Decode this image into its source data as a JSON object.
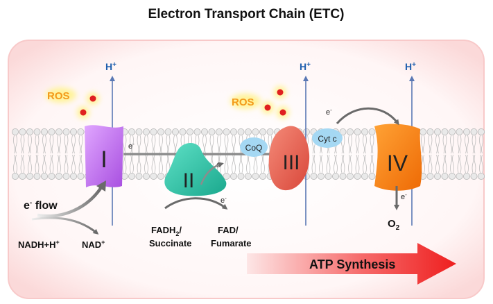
{
  "title": "Electron Transport Chain (ETC)",
  "proton_label": "H",
  "proton_charge": "+",
  "ros_label": "ROS",
  "electron_label": "e",
  "electron_charge": "-",
  "complexes": {
    "I": "I",
    "II": "II",
    "III": "III",
    "IV": "IV",
    "coq": "CoQ",
    "cytc": "Cyt c"
  },
  "eflow": {
    "base": "e",
    "sup": "-",
    "rest": " flow"
  },
  "nadh": {
    "base": "NADH+H",
    "sup": "+"
  },
  "nad": {
    "base": "NAD",
    "sup": "+"
  },
  "fadh2": {
    "base": "FADH",
    "sub": "2",
    "rest": "/",
    "line2": "Succinate"
  },
  "fad": {
    "line1": "FAD/",
    "line2": "Fumarate"
  },
  "o2": {
    "base": "O",
    "sub": "2"
  },
  "atp": "ATP Synthesis",
  "colors": {
    "complex_I": "#c070e8",
    "complex_II": "#2fc4a8",
    "complex_III": "#e8604c",
    "complex_IV": "#f07a10",
    "carrier": "#9fd6f2",
    "ros": "#e02020",
    "proton": "#1f5fae",
    "arrow": "#ef2a2a"
  }
}
